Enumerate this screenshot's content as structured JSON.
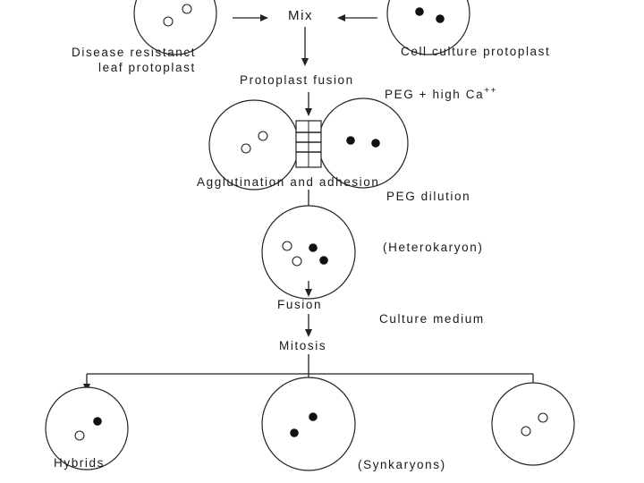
{
  "labels": {
    "mix": "Mix",
    "disease_line1": "Disease resistanct",
    "disease_line2": "leaf protoplast",
    "cell_culture": "Cell culture protoplast",
    "protoplast_fusion": "Protoplast fusion",
    "peg_text": "PEG + high Ca",
    "peg_sup": "++",
    "agglutination": "Agglutination and adhesion",
    "peg_dilution": "PEG dilution",
    "heterokaryon": "(Heterokaryon)",
    "fusion": "Fusion",
    "culture_medium": "Culture medium",
    "mitosis": "Mitosis",
    "hybrids": "Hybrids",
    "synkaryons": "(Synkaryons)"
  },
  "colors": {
    "line": "#222222",
    "filled_nucleus": "#111111",
    "background": "#ffffff"
  }
}
